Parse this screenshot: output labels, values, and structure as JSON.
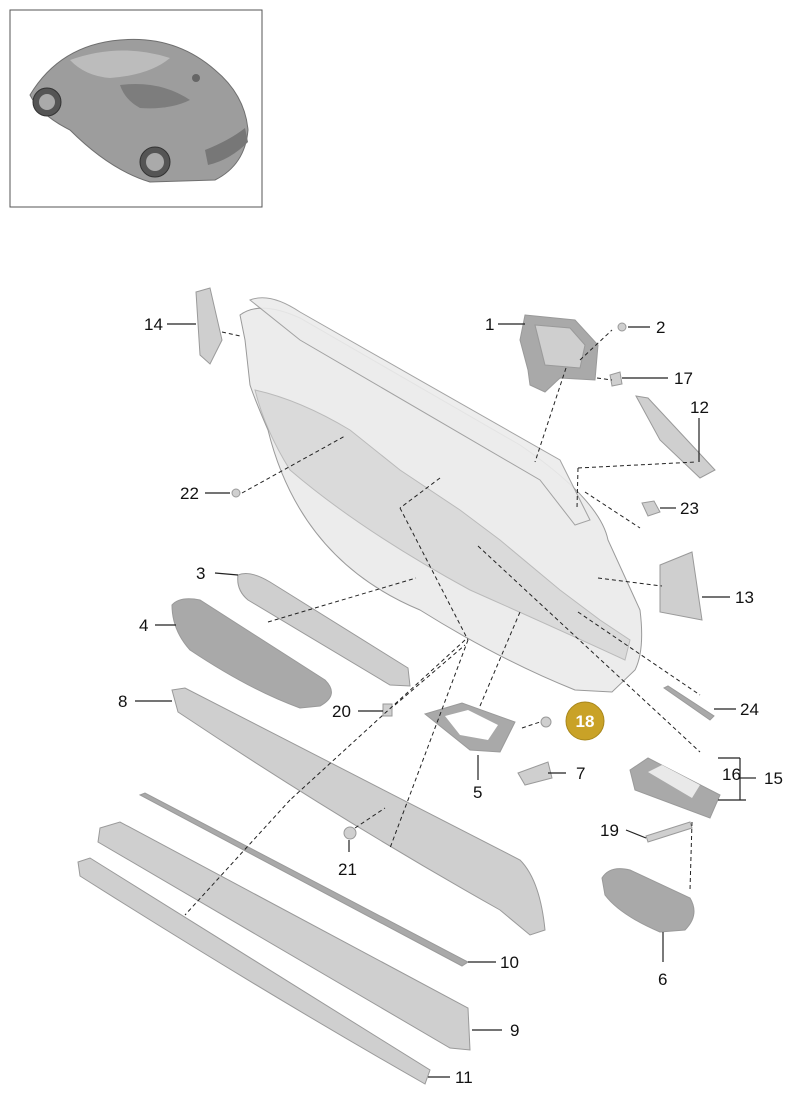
{
  "callouts": [
    {
      "id": "1",
      "label": "1"
    },
    {
      "id": "2",
      "label": "2"
    },
    {
      "id": "3",
      "label": "3"
    },
    {
      "id": "4",
      "label": "4"
    },
    {
      "id": "5",
      "label": "5"
    },
    {
      "id": "6",
      "label": "6"
    },
    {
      "id": "7",
      "label": "7"
    },
    {
      "id": "8",
      "label": "8"
    },
    {
      "id": "9",
      "label": "9"
    },
    {
      "id": "10",
      "label": "10"
    },
    {
      "id": "11",
      "label": "11"
    },
    {
      "id": "12",
      "label": "12"
    },
    {
      "id": "13",
      "label": "13"
    },
    {
      "id": "14",
      "label": "14"
    },
    {
      "id": "15",
      "label": "15"
    },
    {
      "id": "16",
      "label": "16"
    },
    {
      "id": "17",
      "label": "17"
    },
    {
      "id": "19",
      "label": "19"
    },
    {
      "id": "20",
      "label": "20"
    },
    {
      "id": "21",
      "label": "21"
    },
    {
      "id": "22",
      "label": "22"
    },
    {
      "id": "23",
      "label": "23"
    },
    {
      "id": "24",
      "label": "24"
    }
  ],
  "highlighted": {
    "label": "18",
    "color": "#c9a227"
  }
}
